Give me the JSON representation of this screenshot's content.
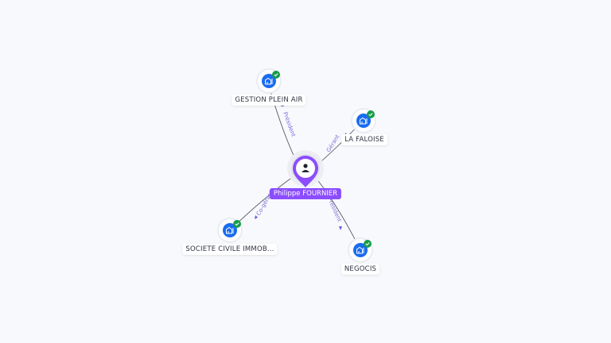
{
  "center": {
    "label": "Philippe FOURNIER",
    "icon": "person-icon"
  },
  "nodes": [
    {
      "label": "GESTION PLEIN AIR",
      "icon": "company-icon",
      "status": "verified"
    },
    {
      "label": "LA FALOISE",
      "icon": "company-icon",
      "status": "verified"
    },
    {
      "label": "SOCIETE CIVILE IMMOB...",
      "icon": "company-icon",
      "status": "verified"
    },
    {
      "label": "NEGOCIS",
      "icon": "company-icon",
      "status": "verified"
    }
  ],
  "edges": [
    {
      "label": "Président"
    },
    {
      "label": "Gérant"
    },
    {
      "label": "Co-gérant"
    },
    {
      "label": "Président"
    }
  ],
  "colors": {
    "accent": "#8b4dff",
    "company_blue": "#1a6cf0",
    "check_green": "#169c4b",
    "edge": "#555a66",
    "edge_label": "#7b6fd9"
  }
}
